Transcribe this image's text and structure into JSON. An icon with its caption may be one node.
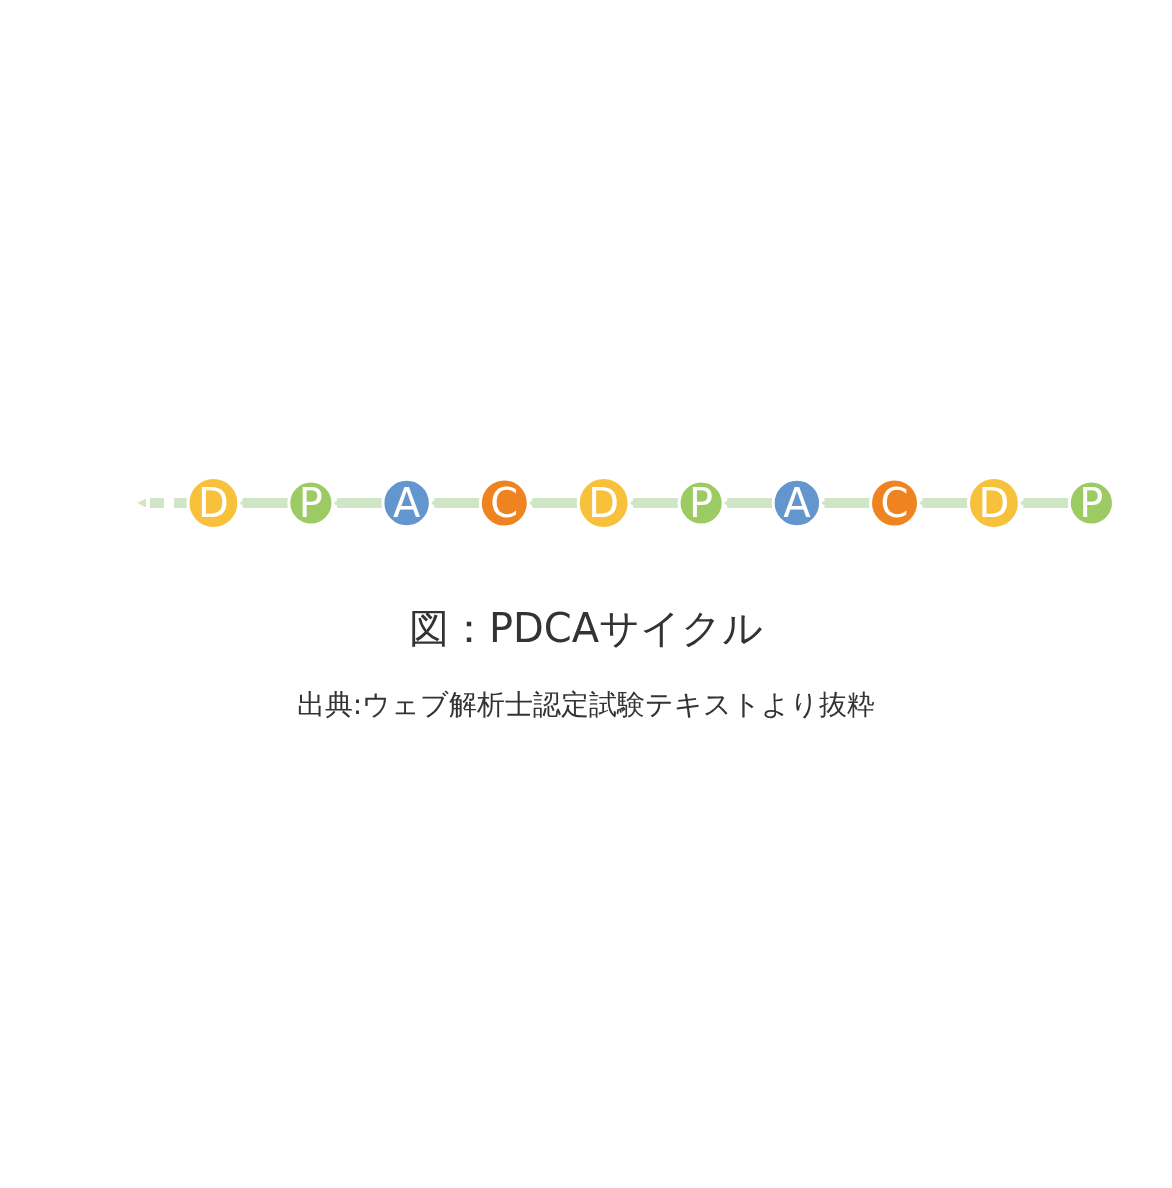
{
  "diagram": {
    "caption": "図：PDCAサイクル",
    "nodes": [
      {
        "text": [
          "P"
        ]
      },
      {
        "text": [
          "D"
        ]
      },
      {
        "text": [
          "C"
        ]
      },
      {
        "text": [
          "A"
        ]
      },
      {
        "text": [
          "P"
        ]
      },
      {
        "text": [
          "D"
        ]
      },
      {
        "text": [
          "C"
        ]
      },
      {
        "text": [
          "A"
        ]
      },
      {
        "text": [
          "P"
        ]
      },
      {
        "text": [
          "D"
        ]
      }
    ],
    "edges": [
      {
        "from": 0,
        "to": 1,
        "arrow": "to"
      },
      {
        "from": 1,
        "to": 2,
        "arrow": "to"
      },
      {
        "from": 2,
        "to": 3,
        "arrow": "to"
      },
      {
        "from": 3,
        "to": 4,
        "arrow": "to"
      },
      {
        "from": 4,
        "to": 5,
        "arrow": "to"
      },
      {
        "from": 5,
        "to": 6,
        "arrow": "to"
      },
      {
        "from": 6,
        "to": 7,
        "arrow": "to"
      },
      {
        "from": 7,
        "to": 8,
        "arrow": "to"
      },
      {
        "from": 8,
        "to": 9,
        "arrow": "to"
      },
      {
        "from": 9,
        "to": null,
        "arrow": "to",
        "style": "dashed"
      }
    ],
    "labels": [
      "出典:ウェブ解析士認定試験テキストより抜粋"
    ]
  }
}
